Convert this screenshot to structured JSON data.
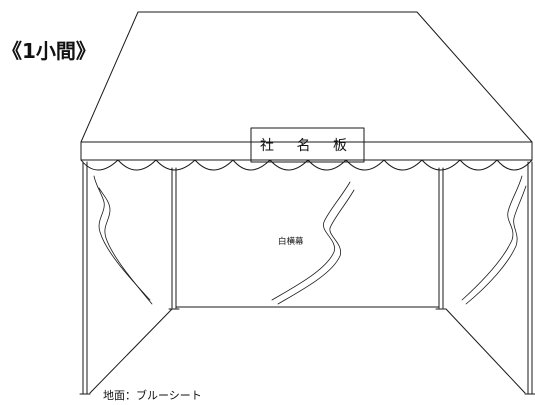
{
  "diagram": {
    "title": "《1小間》",
    "sign_label": "社 名 板",
    "curtain_label": "白横幕",
    "ground_label": "地面：ブルーシート"
  }
}
